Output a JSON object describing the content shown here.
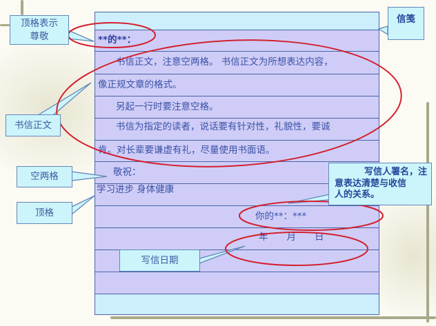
{
  "letter": {
    "rows": [
      {
        "text": ""
      },
      {
        "text": "**的**："
      },
      {
        "text": "书信正文，注意空两格。 书信正文为所想表达内容，"
      },
      {
        "text": "像正规文章的格式。"
      },
      {
        "text": "另起一行时要注意空格。"
      },
      {
        "text": "书信为指定的读者，说话要有针对性，礼貌性，要诚"
      },
      {
        "text": "肯。对长辈要谦虚有礼，尽量使用书面语。"
      },
      {
        "text": "敬祝："
      },
      {
        "text": "学习进步  身体健康"
      },
      {
        "text": "你的**：***"
      },
      {
        "text_year": "年",
        "text_month": "月",
        "text_day": "日"
      },
      {
        "text": ""
      },
      {
        "text": ""
      },
      {
        "text": ""
      }
    ]
  },
  "callouts": {
    "letter_paper": "信笺",
    "top_respect_line1": "顶格表示",
    "top_respect_line2": "尊敬",
    "body_text": "书信正文",
    "two_spaces": "空两格",
    "top_align": "顶格",
    "signature_line1": "写信人署名，注",
    "signature_line2": "意表达清楚与收信",
    "signature_line3": "人的关系。",
    "date": "写信日期"
  },
  "colors": {
    "row_fill": "#cfcdf7",
    "header_footer_fill": "#cdeefd",
    "row_line": "#4a63a8",
    "text": "#3b52a6",
    "callout_fill": "#ccf4fb",
    "ellipse": "#d3202e"
  }
}
